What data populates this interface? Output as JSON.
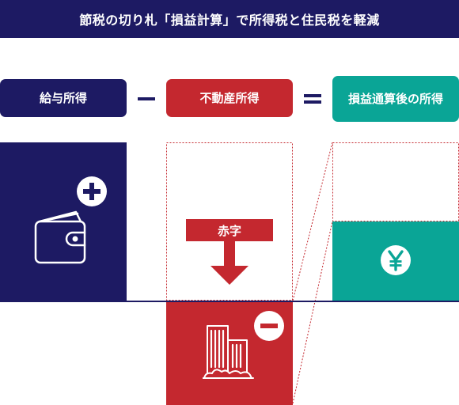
{
  "title": "節税の切り札「損益計算」で所得税と住民税を軽減",
  "labels": {
    "salary_income": "給与所得",
    "real_estate_income": "不動産所得",
    "net_income": "損益通算後の所得",
    "deficit": "赤字"
  },
  "operators": {
    "minus": "−",
    "equals": "="
  },
  "colors": {
    "navy": "#1d1a63",
    "red": "#c4282f",
    "teal": "#0aa596"
  },
  "icons": {
    "plus_badge": "plus-circle-icon",
    "wallet": "wallet-icon",
    "deficit_arrow": "arrow-down-icon",
    "minus_badge": "minus-circle-icon",
    "buildings": "buildings-icon",
    "yen": "yen-coin-icon"
  }
}
